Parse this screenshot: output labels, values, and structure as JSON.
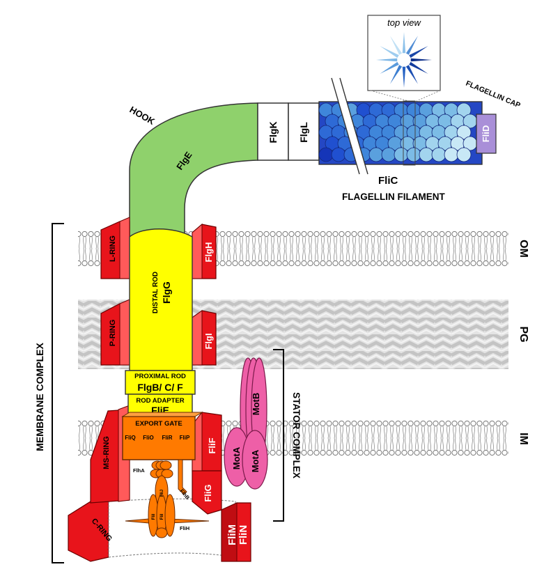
{
  "top_view": {
    "label": "top view"
  },
  "labels": {
    "hook": "HOOK",
    "flagellin_cap": "FLAGELLIN CAP",
    "flgE": "FlgE",
    "flgK": "FlgK",
    "flgL": "FlgL",
    "fliC": "FliC",
    "flagellin_filament": "FLAGELLIN FILAMENT",
    "fliD": "FliD",
    "om": "OM",
    "pg": "PG",
    "im": "IM",
    "membrane_complex": "MEMBRANE COMPLEX",
    "stator_complex": "STATOR COMPLEX",
    "l_ring": "L-RING",
    "flgH": "FlgH",
    "distal_rod": "DISTAL ROD",
    "flgG": "FlgG",
    "p_ring": "P-RING",
    "flgI": "FlgI",
    "proximal_rod": "PROXIMAL ROD",
    "flgBCF": "FlgB/ C/ F",
    "rod_adapter": "ROD ADAPTER",
    "fliE": "FliE",
    "export_gate": "EXPORT GATE",
    "fliQ": "FliQ",
    "fliO": "FliO",
    "fliR": "FliR",
    "fliP": "FliP",
    "ms_ring": "MS-RING",
    "fliF": "FliF",
    "fliG": "FliG",
    "c_ring": "C-RING",
    "fliM": "FliM",
    "fliN": "FliN",
    "motA_1": "MotA",
    "motA_2": "MotA",
    "motB": "MotB",
    "flhA": "FlhA",
    "flhB": "FlhB",
    "fliH": "FliH",
    "fliJ": "FliJ",
    "fliI_1": "FliI",
    "fliI_2": "FliI"
  },
  "colors": {
    "ring_red": "#e8141b",
    "rod_yellow": "#ffff00",
    "hook_green": "#8fd16c",
    "export_orange": "#ff7a00",
    "stator_pink": "#ee5fa7",
    "cap_purple": "#a98fd8",
    "membrane_grey": "#bbbbbb"
  }
}
